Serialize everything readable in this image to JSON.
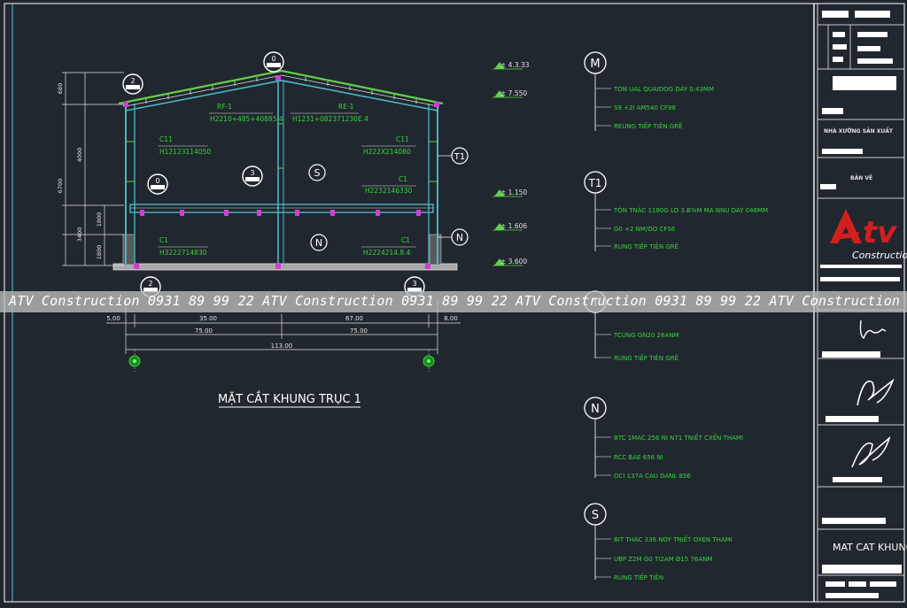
{
  "drawing": {
    "title": "MẶT CẮT KHUNG TRỤC 1",
    "frame_labels": {
      "rafter_left": "RF-1",
      "rafter_left_spec": "H2210+485+40885.4",
      "rafter_right": "RE-1",
      "rafter_right_spec": "H1231+082371230E.4",
      "col_upper_left": "C11",
      "col_upper_left_spec": "H12123114050",
      "col_upper_right": "C11",
      "col_upper_right_spec": "H222X214080",
      "col_mid_right": "C1",
      "col_mid_right_spec": "H2232146330",
      "col_lower_left": "C1",
      "col_lower_left_spec": "H3222714830",
      "col_lower_right": "C1",
      "col_lower_right_spec": "H2224214.8.4"
    },
    "elevations": [
      "± 4.3.33",
      "± 7.550",
      "± 1.150",
      "± 1.606",
      "± 3.600"
    ],
    "vertical_dims": [
      "680",
      "4000",
      "6700",
      "1800",
      "3400",
      "1800"
    ],
    "horizontal_dims": {
      "row1": [
        "5.00",
        "35.00",
        "67.00",
        "8.00"
      ],
      "row2": [
        "75.00",
        "75.00"
      ],
      "row3": [
        "113.00"
      ]
    },
    "section_markers": [
      "0",
      "2",
      "3",
      "0",
      "2",
      "3"
    ],
    "callout_markers": [
      "S",
      "N",
      "T1",
      "N"
    ]
  },
  "legend": {
    "groups": [
      {
        "id": "M",
        "lines": [
          "TON UAL QUAIDOG DÀY 0.43MM",
          "S9 +2I AM540 CF98",
          "REUNG TIẾP TIÊN GRÊ"
        ]
      },
      {
        "id": "T1",
        "lines": [
          "TÔN TNÃC 1180G LO 3.B%M MA NNU DÀY 046MM",
          "G0 +2 NM/OO CFS6",
          "RUNG TIẾP TIÊN GRÊ"
        ]
      },
      {
        "id": "T",
        "lines": [
          "TCÙNG GN20 26ANM",
          "RUNG TIẾP TIÊN GRÊ"
        ]
      },
      {
        "id": "N",
        "lines": [
          "BTC 1MAC 256 NI N71 TNIẾT CXẾN THAMI",
          "RCC BAE 656 NI",
          "OCI 137A CAU DANL 856"
        ]
      },
      {
        "id": "S",
        "lines": [
          "BIT THÀC 336 NOY TNIẾT OXEN THAMI",
          "UBP Z2M G0 TI2AM Ø15 76ANM",
          "RUNG TIẾP TIÊN"
        ]
      }
    ]
  },
  "title_block": {
    "company_script": "Construction",
    "project_line": "NHÀ XƯỞNG SẢN XUẤT",
    "sheet_title": "MAT CAT KHUNG",
    "small_label": "BẢN VẼ"
  },
  "watermark": {
    "text": "ATV Construction  0931 89 99 22  ATV Construction  0931 89 99 22  ATV Construction  0931 89 99 22 ATV Construction"
  },
  "colors": {
    "background": "#21272e",
    "frame": "#4ab6c8",
    "green_text": "#36d43c",
    "white": "#ffffff",
    "magenta": "#d23cd2",
    "brand_red": "#d41e1e"
  }
}
